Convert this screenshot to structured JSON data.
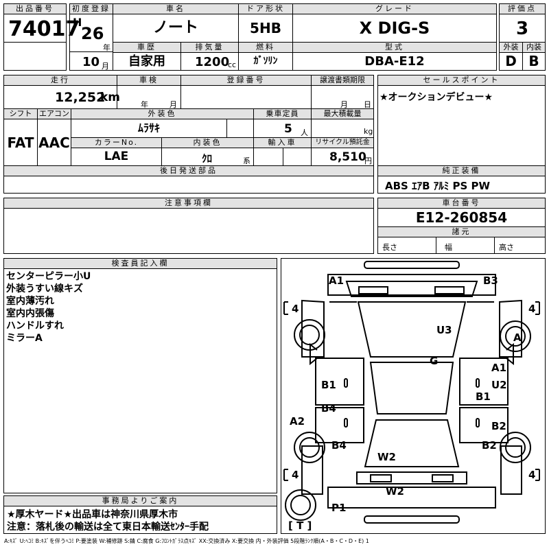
{
  "header": {
    "lot_label": "出品番号",
    "lot_no": "74017",
    "first_reg_label": "初度登録",
    "era": "H",
    "year": "26",
    "year_unit": "年",
    "month": "10",
    "month_unit": "月",
    "name_label": "車名",
    "name": "ノート",
    "door_label": "ドア形状",
    "door": "5HB",
    "grade_label": "グレード",
    "grade": "X DIG-S",
    "score_label": "評価点",
    "score": "3",
    "history_label": "車歴",
    "history": "自家用",
    "displacement_label": "排気量",
    "displacement": "1200",
    "displacement_unit": "cc",
    "fuel_label": "燃料",
    "fuel": "ｶﾞｿﾘﾝ",
    "model_label": "型式",
    "model": "DBA-E12",
    "ext_label": "外装",
    "ext": "D",
    "int_label": "内装",
    "int": "B"
  },
  "mid": {
    "mileage_label": "走行",
    "mileage": "12,252",
    "mileage_unit": "km",
    "inspection_label": "車検",
    "insp_year_unit": "年",
    "insp_month_unit": "月",
    "reg_no_label": "登録番号",
    "transfer_label": "譲渡書類期限",
    "transfer_month_unit": "月",
    "transfer_day_unit": "日",
    "shift_label": "シフト",
    "shift": "FAT",
    "ac_label": "エアコン",
    "ac": "AAC",
    "color_label": "外装色",
    "color": "ﾑﾗｻｷ",
    "capacity_label": "乗車定員",
    "capacity": "5",
    "capacity_unit": "人",
    "load_label": "最大積載量",
    "load_unit": "kg",
    "color_no_label": "カラーNo.",
    "color_no": "LAE",
    "int_color_label": "内装色",
    "int_color": "ｸﾛ",
    "int_color_unit": "系",
    "import_label": "輸入車",
    "recycle_label": "リサイクル預託金",
    "recycle": "8,510",
    "recycle_unit": "円",
    "later_label": "後日発送部品"
  },
  "sales": {
    "label": "セールスポイント",
    "text": "★オークションデビュー★"
  },
  "equipment": {
    "label": "純正装備",
    "text": "ABS ｴｱB ｱﾙﾐ PS PW"
  },
  "notes": {
    "label": "注意事項欄"
  },
  "chassis": {
    "label": "車台番号",
    "value": "E12-260854"
  },
  "dims": {
    "label": "諸元",
    "length": "長さ",
    "width": "幅",
    "height": "高さ"
  },
  "inspector": {
    "label": "検査員記入欄",
    "lines": [
      "センターピラー小U",
      "外装うすい線キズ",
      "室内薄汚れ",
      "室内内張傷",
      "ハンドルすれ",
      "ミラーA"
    ]
  },
  "office": {
    "label": "事務局よりご案内",
    "line1": "★厚木ヤード★出品車は神奈川県厚木市",
    "line2": "注意：落札後の輸送は全て東日本輸送ｾﾝﾀｰ手配"
  },
  "diagram": {
    "marks": {
      "a1_front": "A1",
      "b3": "B3",
      "tyre_fl": "4",
      "tyre_fr": "4",
      "u3": "U3",
      "a_right": "A",
      "g": "G",
      "b1_left": "B1",
      "a1_right": "A1",
      "u2": "U2",
      "b1_right": "B1",
      "b4_left": "B4",
      "a2": "A2",
      "b2_right": "B2",
      "b4_rear": "B4",
      "b2_rear": "B2",
      "w2_rear": "W2",
      "tyre_rl": "4",
      "tyre_rr": "4",
      "w2_bumper": "W2",
      "p1": "P1",
      "t": "[ T ]"
    }
  },
  "legend": "A:ｷｽﾞ U:ﾍｺﾐ B:ｷｽﾞを伴うﾍｺﾐ P:要塗装 W:補修跡 S:錆 C:腐食 G:ﾌﾛﾝﾄｶﾞﾗｽ点ｷｽﾞ XX:交換済み X:要交換 内・外装評価 5段階ﾗﾝｸ順(A・B・C・D・E) 1"
}
